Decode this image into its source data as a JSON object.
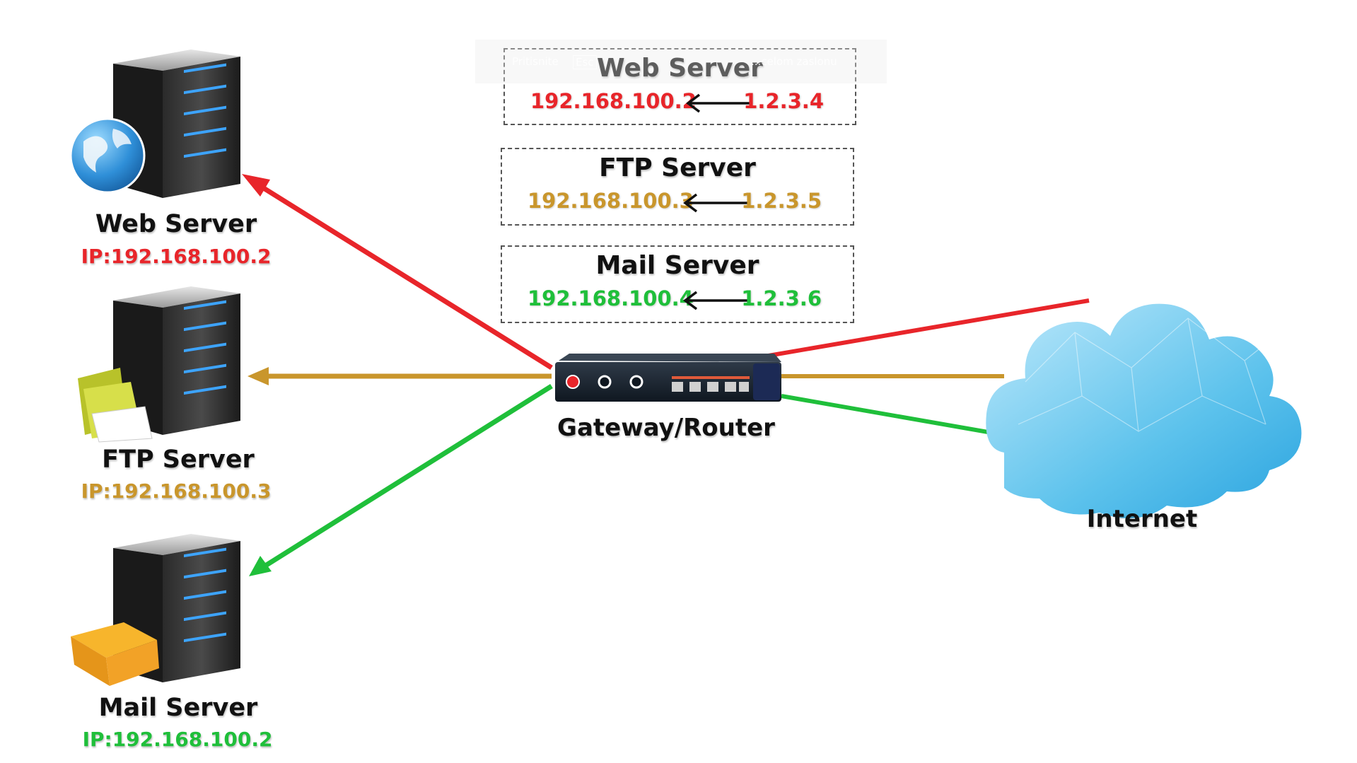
{
  "colors": {
    "web": "#e8252a",
    "ftp": "#c9962c",
    "mail": "#1fbf3a",
    "dark": "#111111"
  },
  "servers": [
    {
      "id": "web",
      "title": "Web Server",
      "ip": "IP:192.168.100.2",
      "icon": "globe-icon"
    },
    {
      "id": "ftp",
      "title": "FTP Server",
      "ip": "IP:192.168.100.3",
      "icon": "folder-icon"
    },
    {
      "id": "mail",
      "title": "Mail Server",
      "ip": "IP:192.168.100.2",
      "icon": "mail-tray-icon"
    }
  ],
  "nat_mappings": [
    {
      "id": "web",
      "title": "Web Server",
      "private_ip": "192.168.100.2",
      "public_ip": "1.2.3.4"
    },
    {
      "id": "ftp",
      "title": "FTP Server",
      "private_ip": "192.168.100.3",
      "public_ip": "1.2.3.5"
    },
    {
      "id": "mail",
      "title": "Mail Server",
      "private_ip": "192.168.100.4",
      "public_ip": "1.2.3.6"
    }
  ],
  "router": {
    "label": "Gateway/Router",
    "icon": "router-icon"
  },
  "internet": {
    "label": "Internet",
    "icon": "cloud-icon"
  },
  "overlay": {
    "text_before": "Pritisnite",
    "key": "Esc",
    "text_after": "...celom zaslonu"
  }
}
